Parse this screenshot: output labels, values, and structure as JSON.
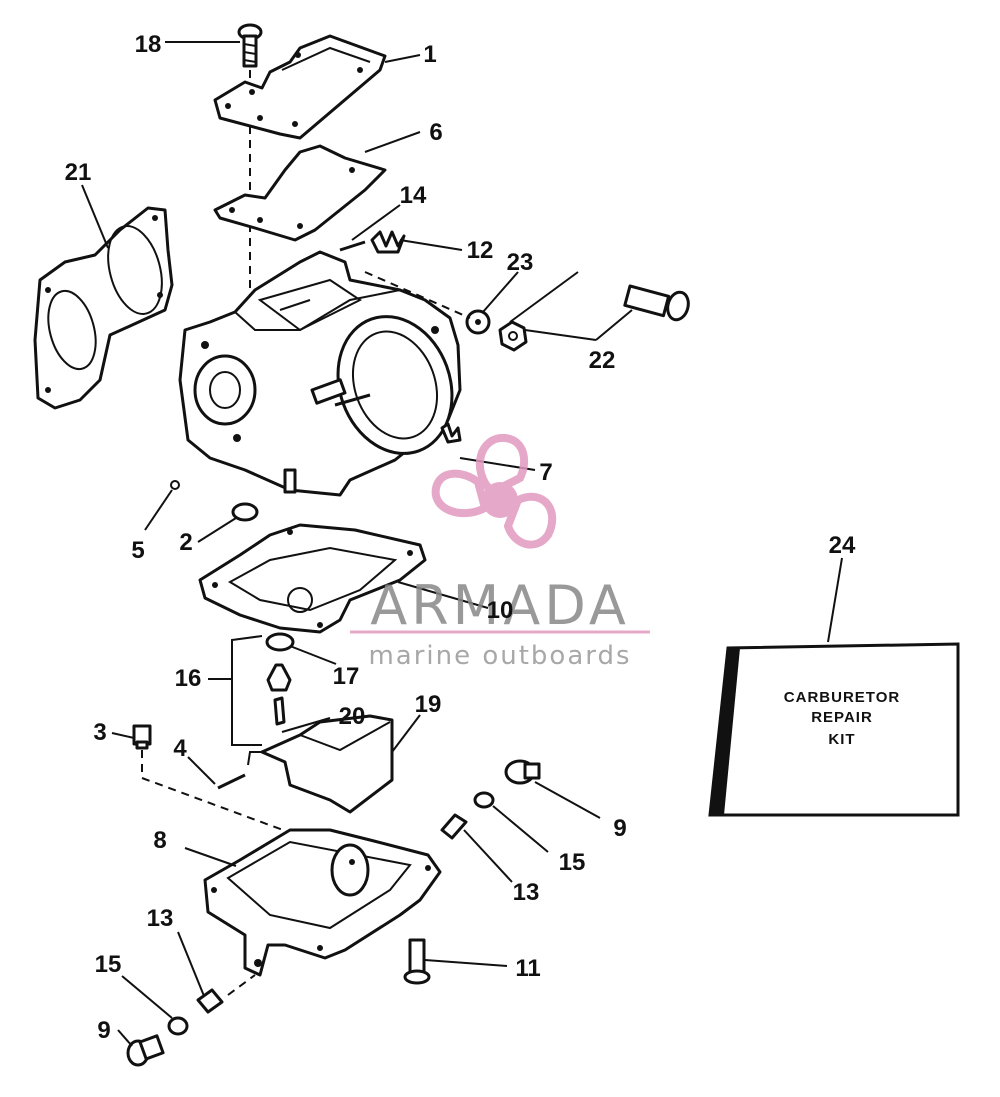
{
  "callouts": {
    "c1": "1",
    "c2": "2",
    "c3": "3",
    "c4": "4",
    "c5": "5",
    "c6": "6",
    "c7": "7",
    "c8": "8",
    "c9a": "9",
    "c9b": "9",
    "c10": "10",
    "c11": "11",
    "c12": "12",
    "c13a": "13",
    "c13b": "13",
    "c14": "14",
    "c15a": "15",
    "c15b": "15",
    "c16": "16",
    "c17": "17",
    "c18": "18",
    "c19": "19",
    "c20": "20",
    "c21": "21",
    "c22": "22",
    "c23": "23",
    "c24": "24"
  },
  "kit": {
    "line1": "CARBURETOR",
    "line2": "REPAIR",
    "line3": "KIT"
  },
  "watermark": {
    "brand": "ARMADA",
    "tagline": "marine outboards",
    "color": "#e29ac0"
  }
}
